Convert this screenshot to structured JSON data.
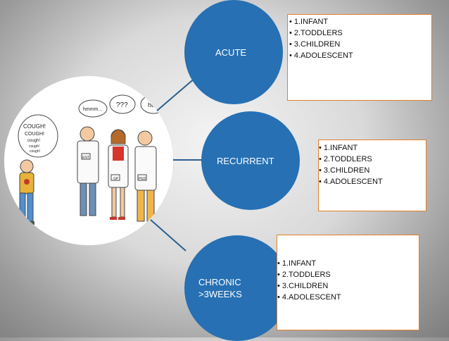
{
  "colors": {
    "node_fill": "#2670b3",
    "connector": "#2a5f8f",
    "box_border": "#e0802a",
    "background_center": "#f4f4f4",
    "background_edge": "#7d7d7d"
  },
  "illustration": {
    "description_icon": "coughing-patient-and-doctors-icon",
    "speech": {
      "patient": [
        "COUGH!",
        "COUGH!",
        "cough!",
        "cough!",
        "cough!"
      ],
      "doctor_1": "hmmm...",
      "doctor_2": "???",
      "doctor_3": "hu"
    },
    "badges": [
      "ENT",
      "GP",
      "PED"
    ]
  },
  "nodes": [
    {
      "label": "ACUTE",
      "items": [
        "1.INFANT",
        "2.TODDLERS",
        "3.CHILDREN",
        "4.ADOLESCENT"
      ]
    },
    {
      "label": "RECURRENT",
      "items": [
        "1.INFANT",
        "2.TODDLERS",
        "3.CHILDREN",
        "4.ADOLESCENT"
      ]
    },
    {
      "label": "CHRONIC\n>3WEEKS",
      "items": [
        "1.INFANT",
        "2.TODDLERS",
        "3.CHILDREN",
        "4.ADOLESCENT"
      ]
    }
  ]
}
